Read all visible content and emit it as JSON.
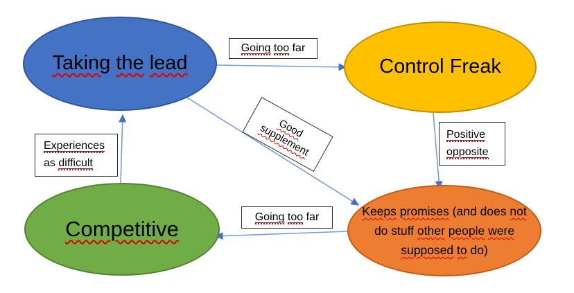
{
  "diagram": {
    "nodes": {
      "taking_the_lead": {
        "fill": "#4472C4",
        "border": "#31569F",
        "words": [
          {
            "t": "Taking",
            "sq": true
          },
          {
            "t": "the",
            "sq": true
          },
          {
            "t": "lead",
            "sq": true
          }
        ]
      },
      "control_freak": {
        "fill": "#FFC000",
        "border": "#BF9000",
        "words": [
          {
            "t": "Control",
            "sq": false
          },
          {
            "t": "Freak",
            "sq": false
          }
        ]
      },
      "competitive": {
        "fill": "#70AD47",
        "border": "#548235",
        "words": [
          {
            "t": "Competitive",
            "sq": true
          }
        ]
      },
      "keeps_promises": {
        "fill": "#ED7D31",
        "border": "#C55A11",
        "lines": [
          [
            {
              "t": "Keeps",
              "sq": true
            },
            {
              "t": "promises",
              "sq": true
            },
            {
              "t": "(and",
              "sq": false
            },
            {
              "t": "does",
              "sq": false
            },
            {
              "t": "not",
              "sq": true
            }
          ],
          [
            {
              "t": "do",
              "sq": false
            },
            {
              "t": "stuff",
              "sq": false
            },
            {
              "t": "other",
              "sq": true
            },
            {
              "t": "people",
              "sq": true
            },
            {
              "t": "were",
              "sq": true
            }
          ],
          [
            {
              "t": "supposed",
              "sq": true
            },
            {
              "t": "to",
              "sq": true
            },
            {
              "t": "do)",
              "sq": false
            }
          ]
        ]
      }
    },
    "edge_labels": {
      "going_too_far_top": {
        "words": [
          {
            "t": "Going",
            "sq": true
          },
          {
            "t": "too",
            "sq": true
          },
          {
            "t": "far",
            "sq": false
          }
        ]
      },
      "good_supplement": {
        "lines": [
          [
            {
              "t": "Good",
              "sq": true
            }
          ],
          [
            {
              "t": "supplement",
              "sq": true
            }
          ]
        ]
      },
      "positive_opposite": {
        "lines": [
          [
            {
              "t": "Positive",
              "sq": true
            }
          ],
          [
            {
              "t": "opposite",
              "sq": true
            }
          ]
        ]
      },
      "experiences_as_difficult": {
        "lines": [
          [
            {
              "t": "Experiences",
              "sq": true
            }
          ],
          [
            {
              "t": "as",
              "sq": false
            },
            {
              "t": "difficult",
              "sq": true
            }
          ]
        ]
      },
      "going_too_far_bottom": {
        "words": [
          {
            "t": "Going",
            "sq": true
          },
          {
            "t": "too",
            "sq": true
          },
          {
            "t": "far",
            "sq": false
          }
        ]
      }
    },
    "connectors": [
      {
        "from": "taking_the_lead",
        "to": "control_freak",
        "label": "Going too far"
      },
      {
        "from": "competitive",
        "to": "taking_the_lead",
        "label": "Experiences as difficult"
      },
      {
        "from": "taking_the_lead",
        "to": "keeps_promises",
        "label": "Good supplement"
      },
      {
        "from": "control_freak",
        "to": "keeps_promises",
        "label": "Positive opposite"
      },
      {
        "from": "keeps_promises",
        "to": "competitive",
        "label": "Going too far"
      }
    ],
    "colors": {
      "arrow_line": "#7A9CD8",
      "arrow_head": "#4472C4",
      "squiggle": "#E00000",
      "box_border": "#2B2B2B",
      "background": "#FFFFFF"
    }
  }
}
